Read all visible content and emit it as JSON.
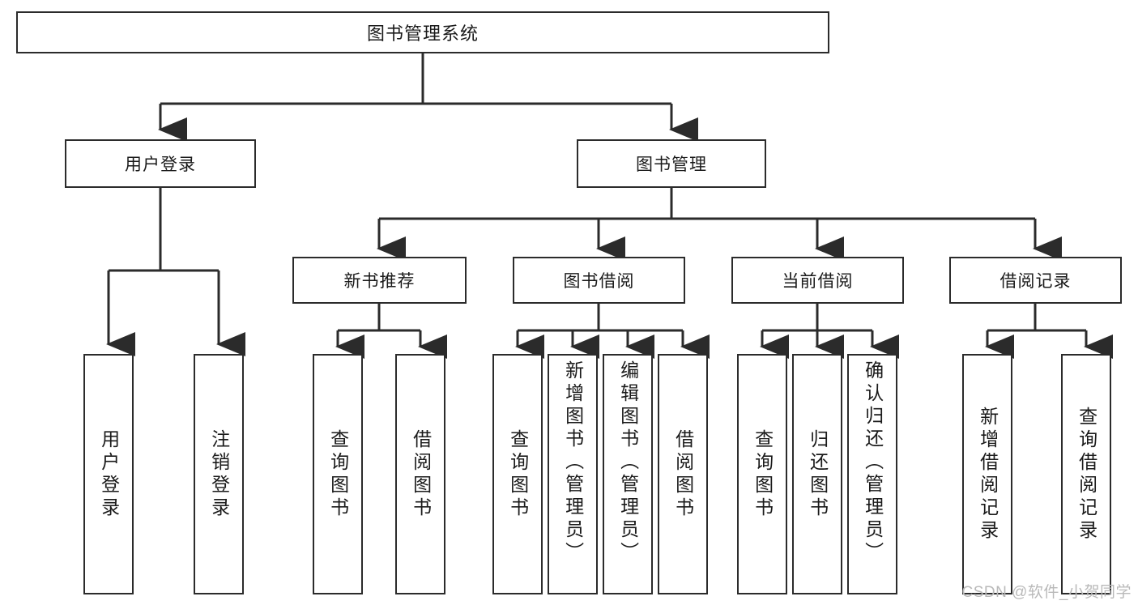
{
  "diagram": {
    "type": "hierarchy-tree",
    "title": "图书管理系统",
    "root": {
      "label": "图书管理系统"
    },
    "level2": [
      {
        "id": "user-login",
        "label": "用户登录"
      },
      {
        "id": "book-manage",
        "label": "图书管理"
      }
    ],
    "level3": [
      {
        "id": "new-book-recommend",
        "label": "新书推荐"
      },
      {
        "id": "book-borrow",
        "label": "图书借阅"
      },
      {
        "id": "current-borrow",
        "label": "当前借阅"
      },
      {
        "id": "borrow-record",
        "label": "借阅记录"
      }
    ],
    "leaves": {
      "user_login": [
        {
          "id": "leaf-user-login",
          "label": "用户登录"
        },
        {
          "id": "leaf-logout-login",
          "label": "注销登录"
        }
      ],
      "new_book_recommend": [
        {
          "id": "leaf-query-book-1",
          "label": "查询图书"
        },
        {
          "id": "leaf-borrow-book-1",
          "label": "借阅图书"
        }
      ],
      "book_borrow": [
        {
          "id": "leaf-query-book-2",
          "label": "查询图书"
        },
        {
          "id": "leaf-add-book",
          "label": "新增图书（管理员）"
        },
        {
          "id": "leaf-edit-book",
          "label": "编辑图书（管理员）"
        },
        {
          "id": "leaf-borrow-book-2",
          "label": "借阅图书"
        }
      ],
      "current_borrow": [
        {
          "id": "leaf-query-book-3",
          "label": "查询图书"
        },
        {
          "id": "leaf-return-book",
          "label": "归还图书"
        },
        {
          "id": "leaf-confirm-return",
          "label": "确认归还（管理员）"
        }
      ],
      "borrow_record": [
        {
          "id": "leaf-add-record",
          "label": "新增借阅记录"
        },
        {
          "id": "leaf-query-record",
          "label": "查询借阅记录"
        }
      ]
    }
  },
  "watermark": {
    "text": "CSDN @软件_小贺同学"
  },
  "colors": {
    "stroke": "#2b2b2b",
    "background": "#ffffff",
    "text": "#1a1a1a",
    "watermark": "#b9b9b9"
  }
}
